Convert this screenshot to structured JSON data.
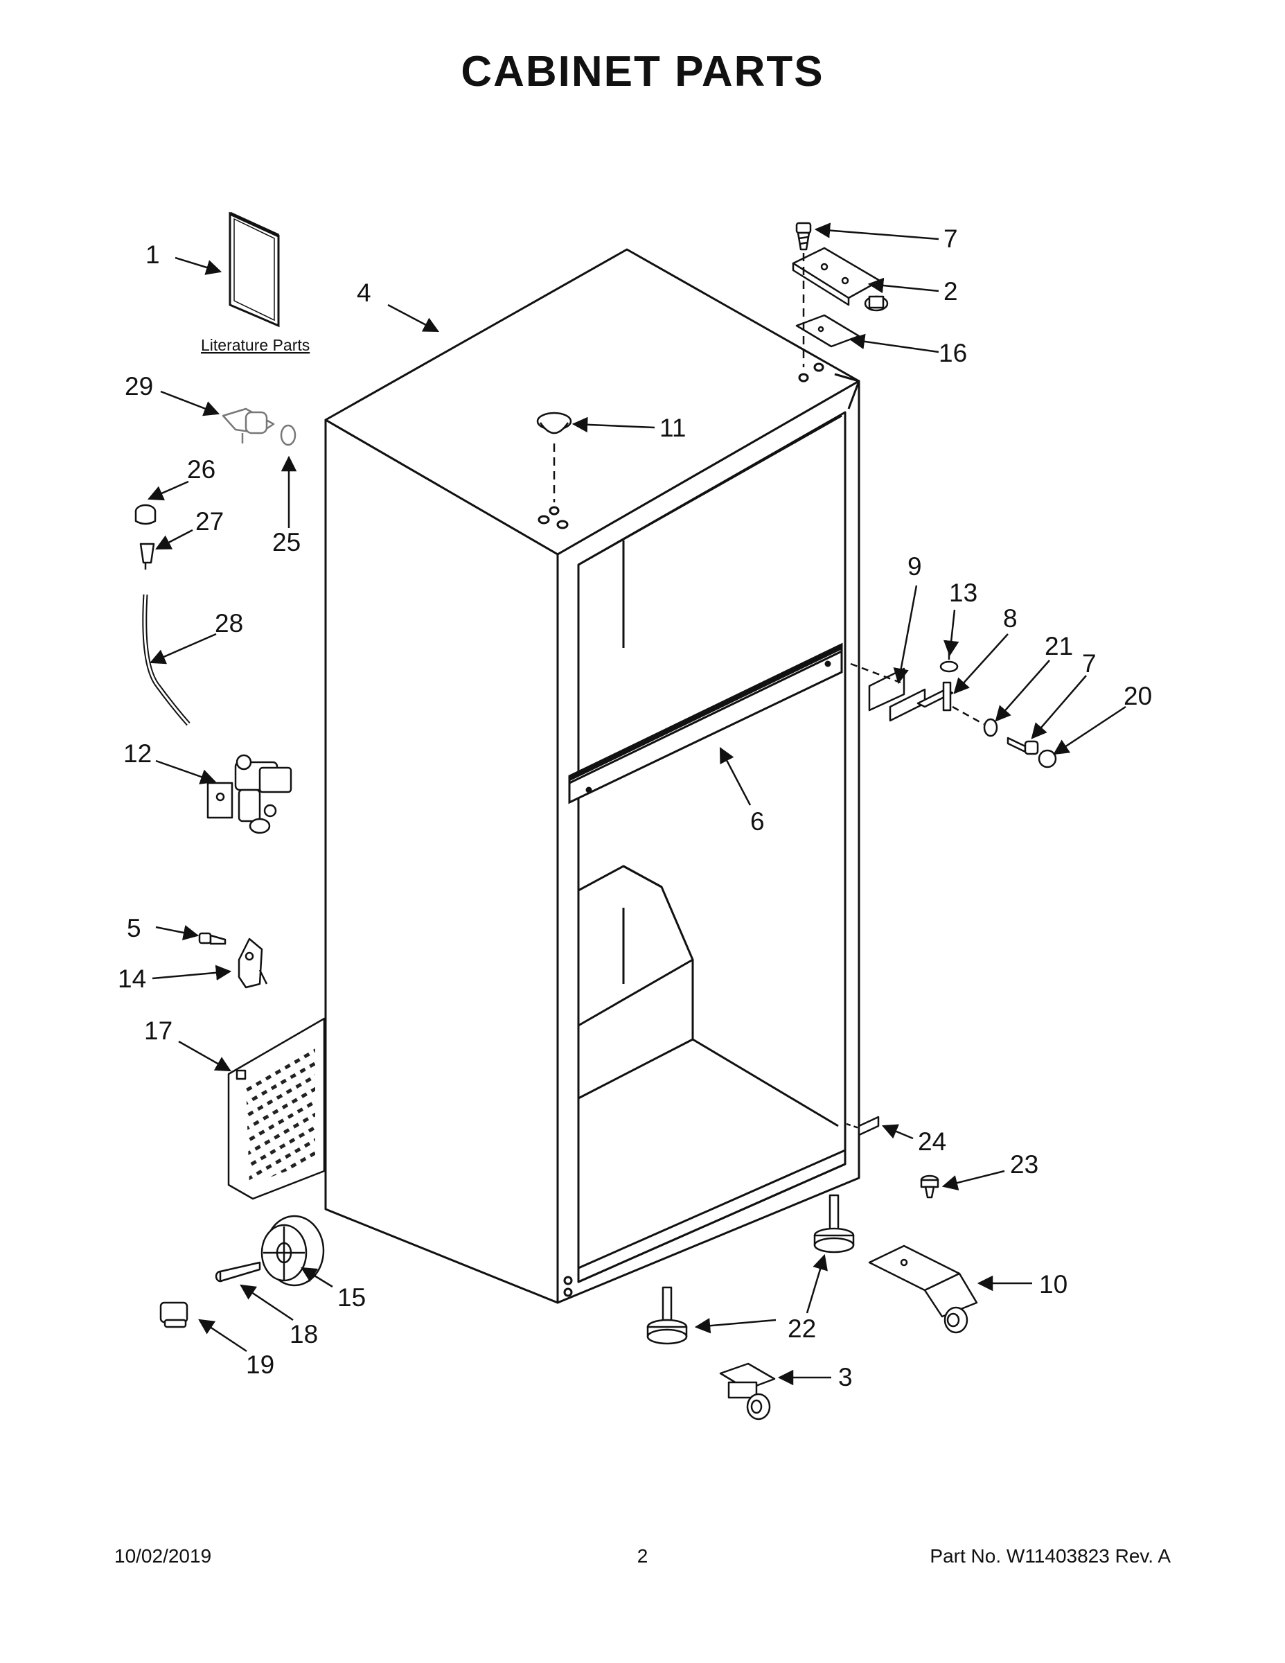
{
  "title": "CABINET PARTS",
  "literature_label": "Literature Parts",
  "callouts": {
    "c1": "1",
    "c2": "2",
    "c3": "3",
    "c4": "4",
    "c5": "5",
    "c6": "6",
    "c7a": "7",
    "c7b": "7",
    "c8": "8",
    "c9": "9",
    "c10": "10",
    "c11": "11",
    "c12": "12",
    "c13": "13",
    "c14": "14",
    "c15": "15",
    "c16": "16",
    "c17": "17",
    "c18": "18",
    "c19": "19",
    "c20": "20",
    "c21": "21",
    "c22": "22",
    "c23": "23",
    "c24": "24",
    "c25": "25",
    "c26": "26",
    "c27": "27",
    "c28": "28",
    "c29": "29"
  },
  "footer": {
    "date": "10/02/2019",
    "page": "2",
    "part_no": "Part No.  W11403823   Rev.  A"
  }
}
